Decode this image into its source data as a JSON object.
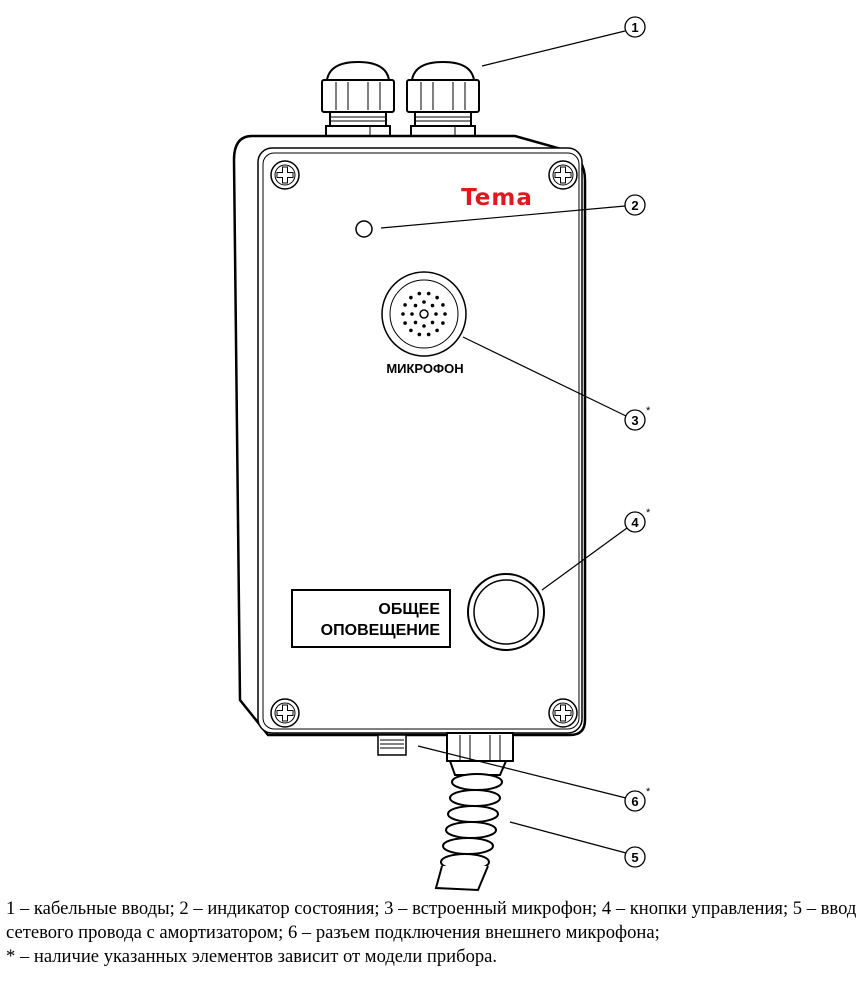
{
  "device": {
    "brand_logo": "Tema",
    "microphone_label": "МИКРОФОН",
    "button_label_line1": "ОБЩЕЕ",
    "button_label_line2": "ОПОВЕЩЕНИЕ"
  },
  "callouts": [
    {
      "number": "1",
      "asterisk": ""
    },
    {
      "number": "2",
      "asterisk": ""
    },
    {
      "number": "3",
      "asterisk": "*"
    },
    {
      "number": "4",
      "asterisk": "*"
    },
    {
      "number": "5",
      "asterisk": ""
    },
    {
      "number": "6",
      "asterisk": "*"
    }
  ],
  "caption": {
    "legend": "1 – кабельные вводы; 2 – индикатор состояния; 3 – встроенный микрофон; 4 – кнопки управления; 5 – ввод сетевого провода с амортизатором; 6 – разъем подключения внешнего микрофона;",
    "footnote": "* – наличие указанных элементов зависит от модели прибора."
  },
  "colors": {
    "brand": "#e0191f",
    "line": "#000000"
  }
}
